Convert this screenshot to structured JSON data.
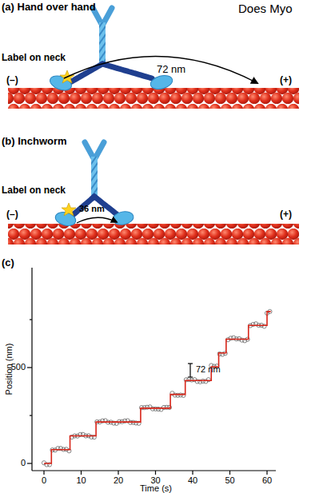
{
  "diagram": {
    "title": "Does Myo",
    "labels": [
      "(a) Hand over hand",
      "Label on neck",
      "72 nm",
      "(–)",
      "(+)",
      "(b) Inchworm",
      "Label on neck",
      "36 nm",
      "(–)",
      "(+)",
      "(c)",
      "500",
      "0",
      "Position (nm)",
      "72 nm",
      "0",
      "10",
      "20",
      "30",
      "40",
      "50",
      "60",
      "Time (s)"
    ]
  }
}
